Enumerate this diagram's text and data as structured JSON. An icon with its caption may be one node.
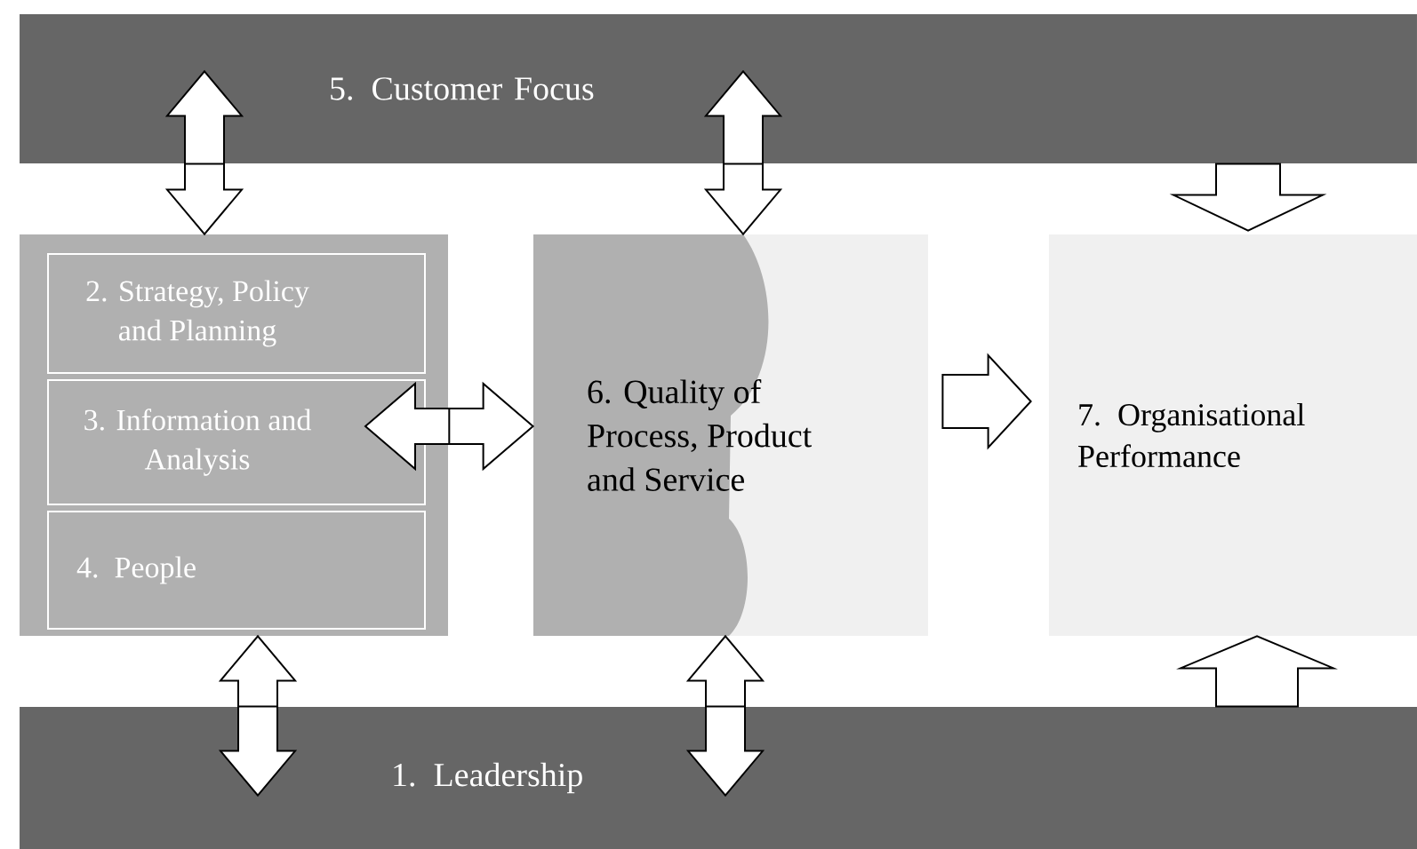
{
  "diagram": {
    "nodes": [
      {
        "text": [
          "5. Customer Focus"
        ]
      },
      {
        "text": [],
        "shape": "box"
      },
      {
        "text": [
          "2. Strategy, Policy and Planning"
        ],
        "in": 1
      },
      {
        "text": [
          "3. Information and Analysis"
        ],
        "in": 1
      },
      {
        "text": [
          "4. People"
        ],
        "in": 1
      },
      {
        "text": [
          "6. Quality of Process, Product and Service"
        ]
      },
      {
        "text": [
          "7. Organisational Performance"
        ]
      },
      {
        "text": [
          "1. Leadership"
        ]
      }
    ],
    "edges": [
      {
        "from": 0,
        "to": 1,
        "arrow": "both"
      },
      {
        "from": 0,
        "to": 5,
        "arrow": "both"
      },
      {
        "from": 0,
        "to": 6,
        "arrow": "to"
      },
      {
        "from": 3,
        "to": 5,
        "arrow": "both"
      },
      {
        "from": 5,
        "to": 6,
        "arrow": "to"
      },
      {
        "from": 7,
        "to": 1,
        "arrow": "both"
      },
      {
        "from": 7,
        "to": 5,
        "arrow": "both"
      },
      {
        "from": 7,
        "to": 6,
        "arrow": "to"
      }
    ]
  }
}
